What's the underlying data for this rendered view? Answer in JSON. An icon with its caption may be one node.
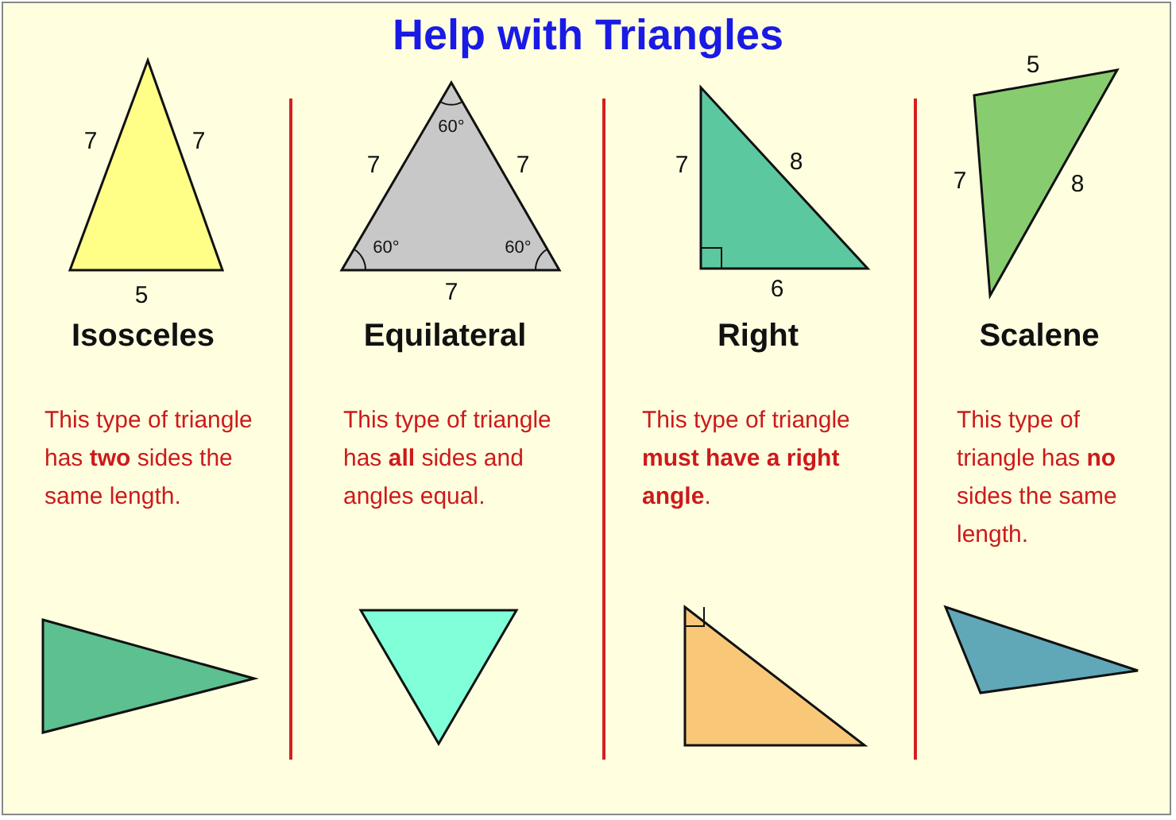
{
  "diagram": {
    "title": "Help with Triangles",
    "labels": [
      "7",
      "7",
      "5",
      "Isosceles",
      "60°",
      "7",
      "7",
      "60°",
      "60°",
      "7",
      "Equilateral",
      "7",
      "8",
      "6",
      "Right",
      "5",
      "7",
      "8",
      "Scalene",
      "This type of triangle has **two** sides the same length.",
      "This type of triangle has **all** sides and angles equal.",
      "This type of triangle **must have a right angle**.",
      "This type of triangle has **no** sides the same length."
    ]
  }
}
